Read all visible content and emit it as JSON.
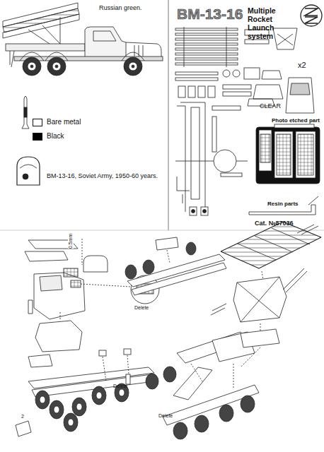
{
  "diagram": {
    "title": "BM-13-16",
    "labels": [
      "Russian green.",
      "BM-13-16, Soviet Army, 1950-60 years.",
      "Multiple Rocket Launch system",
      "x2",
      "CLEAR",
      "Photo etched part",
      "Resin parts",
      "Cat. №87036",
      "0.5mm",
      "Delete",
      "Delete",
      "Delete",
      "2"
    ],
    "legend": [
      {
        "text": "Bare metal",
        "color": "#ffffff"
      },
      {
        "text": "Black",
        "color": "#000000"
      }
    ]
  }
}
